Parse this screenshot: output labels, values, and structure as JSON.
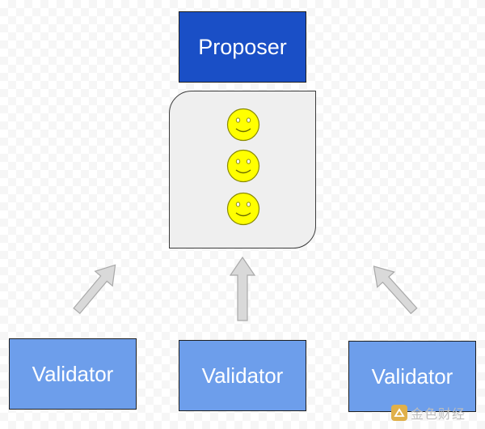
{
  "proposer": {
    "label": "Proposer"
  },
  "validators": [
    {
      "label": "Validator"
    },
    {
      "label": "Validator"
    },
    {
      "label": "Validator"
    }
  ],
  "block": {
    "items": [
      {
        "icon": "smiley-face-icon"
      },
      {
        "icon": "smiley-face-icon"
      },
      {
        "icon": "smiley-face-icon"
      }
    ]
  },
  "arrows": {
    "count": 3,
    "direction": "toward-block"
  },
  "watermark": {
    "text": "金色财经"
  },
  "colors": {
    "proposer_fill": "#1a4fc6",
    "validator_fill": "#6d9eeb",
    "block_fill": "#efefef",
    "arrow_fill": "#d9d9d9",
    "smiley_fill": "#ffff00"
  }
}
